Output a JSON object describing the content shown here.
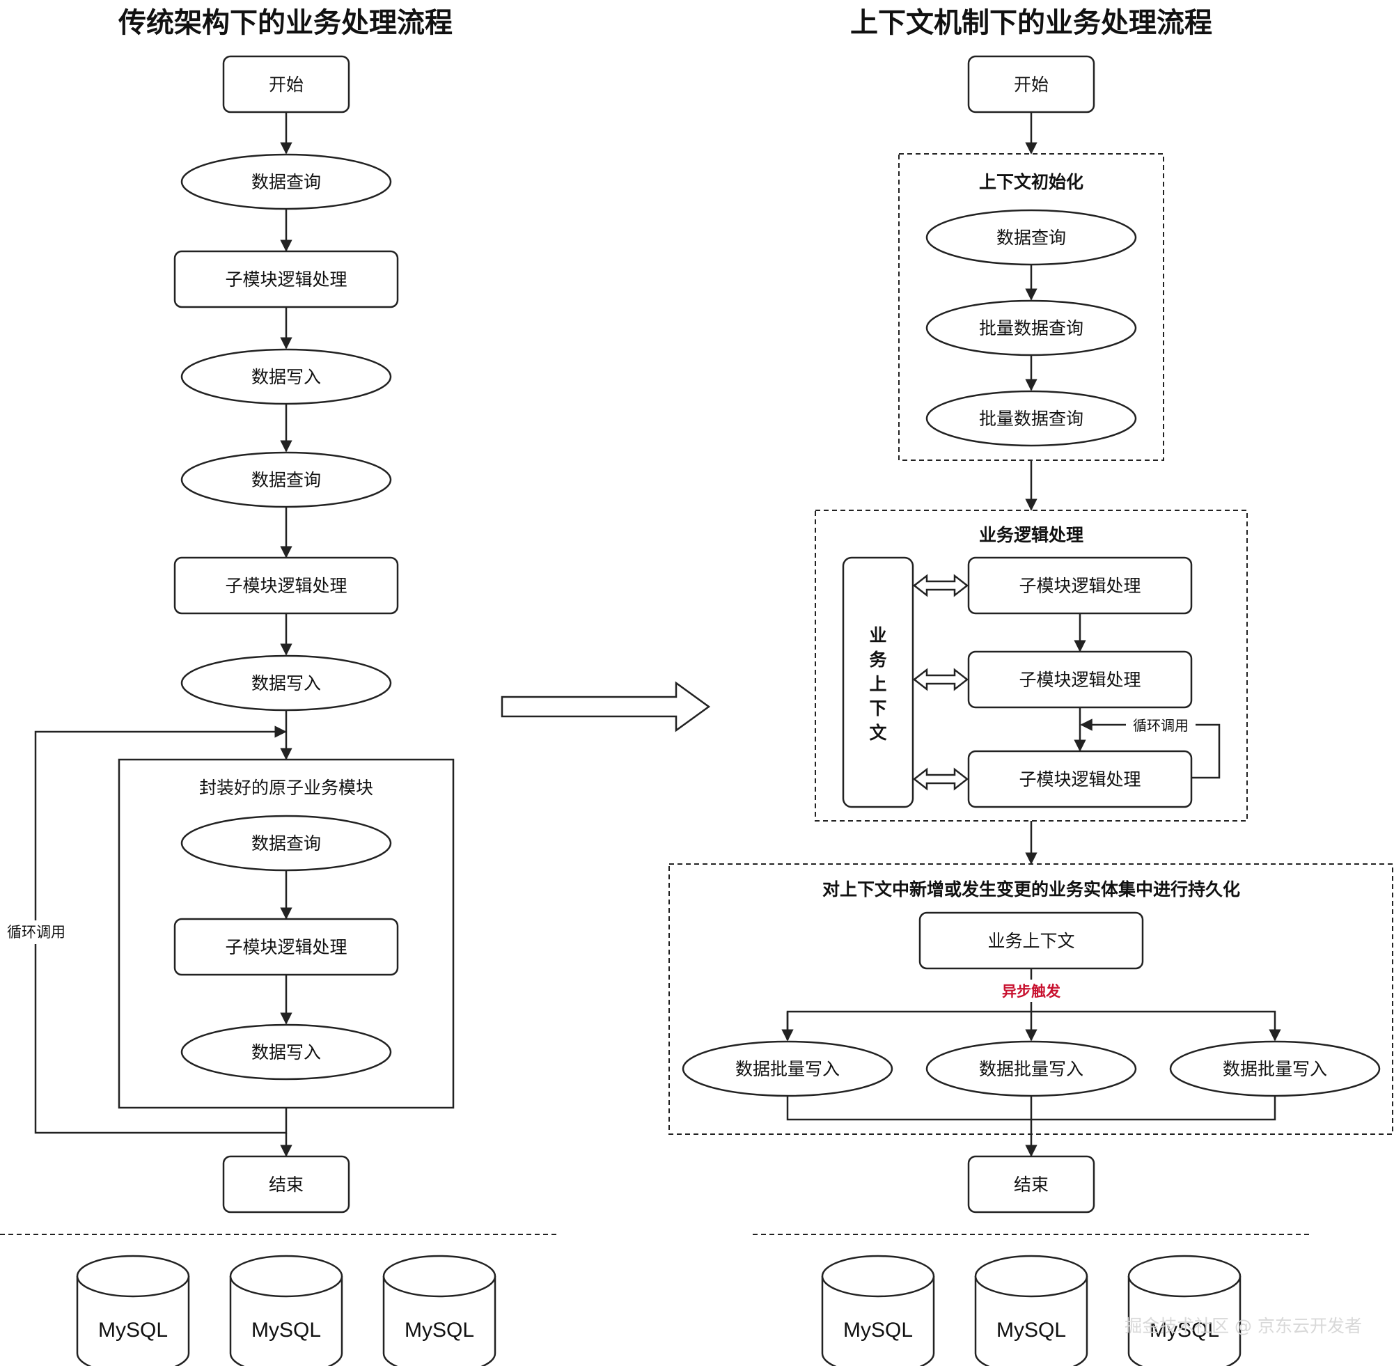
{
  "left": {
    "title": "传统架构下的业务处理流程",
    "start": "开始",
    "step_query_1": "数据查询",
    "step_sub_1": "子模块逻辑处理",
    "step_write_1": "数据写入",
    "step_query_2": "数据查询",
    "step_sub_2": "子模块逻辑处理",
    "step_write_2": "数据写入",
    "atomic_group": {
      "title": "封装好的原子业务模块",
      "query": "数据查询",
      "sub": "子模块逻辑处理",
      "write": "数据写入"
    },
    "loop_label": "循环调用",
    "end": "结束",
    "databases": [
      "MySQL",
      "MySQL",
      "MySQL"
    ]
  },
  "right": {
    "title": "上下文机制下的业务处理流程",
    "start": "开始",
    "init_group": {
      "title": "上下文初始化",
      "query": "数据查询",
      "batch_query_1": "批量数据查询",
      "batch_query_2": "批量数据查询"
    },
    "logic_group": {
      "title": "业务逻辑处理",
      "context_box": [
        "业",
        "务",
        "上",
        "下",
        "文"
      ],
      "sub_1": "子模块逻辑处理",
      "sub_2": "子模块逻辑处理",
      "sub_3": "子模块逻辑处理",
      "loop_label": "循环调用"
    },
    "persist_group": {
      "title": "对上下文中新增或发生变更的业务实体集中进行持久化",
      "context": "业务上下文",
      "trigger": "异步触发",
      "writes": [
        "数据批量写入",
        "数据批量写入",
        "数据批量写入"
      ]
    },
    "end": "结束",
    "databases": [
      "MySQL",
      "MySQL",
      "MySQL"
    ]
  },
  "watermark": "掘金技术社区 @ 京东云开发者",
  "colors": {
    "stroke": "#222222",
    "trigger": "#c8102e",
    "background": "#ffffff"
  }
}
